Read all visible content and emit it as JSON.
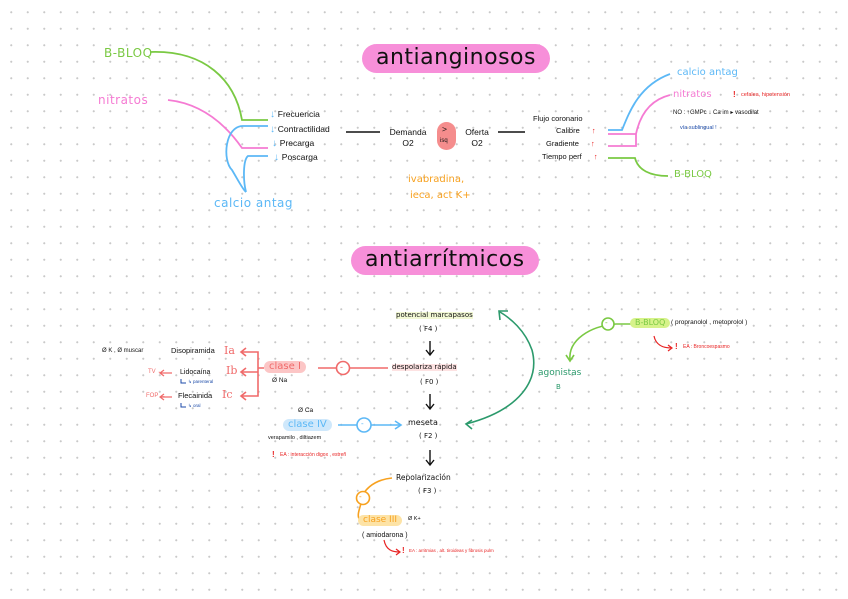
{
  "antianginosos": {
    "title": "antianginosos",
    "left_drugs": {
      "b_bloq": "B-BLOQ",
      "nitratos": "nitratos",
      "calcio_antag": "calcio antag"
    },
    "determinants": [
      {
        "arrow": "↓",
        "label": "Frecuencia"
      },
      {
        "arrow": "↓",
        "label": "Contractilidad"
      },
      {
        "arrow": "↓",
        "label": "Precarga"
      },
      {
        "arrow": "↓",
        "label": "Poscarga"
      }
    ],
    "demanda": "Demanda O2",
    "comparator_top": ">",
    "comparator_bottom": "isq",
    "oferta": "Oferta O2",
    "other_drugs_line1": "ivabradina,",
    "other_drugs_line2": "ieca, act K+",
    "flujo": {
      "title": "Flujo coronario",
      "items": [
        {
          "label": "Calibre",
          "arrow": "↑"
        },
        {
          "label": "Gradiente",
          "arrow": "↑"
        },
        {
          "label": "Tiempo perf",
          "arrow": "↑"
        }
      ]
    },
    "right_drugs": {
      "calcio_antag": "calcio antag",
      "nitratos": "nitratos",
      "nitratos_warning_icon": "!",
      "nitratos_warning": "cefalea, hipotensión",
      "no_line": "NO : ↑GMPc  ↓ Ca im  ▸ vasodilat",
      "sublingual": "vía sublingual !",
      "b_bloq": "B-BLOQ"
    }
  },
  "antiarritmicos": {
    "title": "antiarrítmicos",
    "phases": [
      {
        "name": "potencial marcapasos",
        "code": "( F4 )"
      },
      {
        "name": "despolariza rápida",
        "code": "( F0 )"
      },
      {
        "name": "meseta",
        "code": "( F2 )"
      },
      {
        "name": "Repolarización",
        "code": "( F3 )"
      }
    ],
    "clase_i": {
      "label": "clase I",
      "note": "Ø Na",
      "inhibit": "-",
      "subclasses": [
        {
          "code": "Ia",
          "drug": "Disopiramida",
          "effect": "Ø K , Ø muscar",
          "sub": ""
        },
        {
          "code": "Ib",
          "drug": "Lidocaína",
          "effect": "TV ←",
          "sub": "↳ parenteral"
        },
        {
          "code": "Ic",
          "drug": "Flecainida",
          "effect": "FOP ←",
          "sub": "↳ oral"
        }
      ]
    },
    "clase_iv": {
      "label": "clase IV",
      "note": "Ø Ca",
      "drugs": "verapamilo , diltiazem",
      "inhibit": "-",
      "warning_icon": "!",
      "warning": "EA : interacción digox , estreñ"
    },
    "clase_iii": {
      "label": "clase III",
      "note": "Ø K+",
      "drug": "( amiodarona )",
      "inhibit": "-",
      "warning_icon": "!",
      "warning": "EA : arritmias , alt. tiroideas y fibrosis pulm"
    },
    "b_bloq": {
      "label": "B-BLOQ",
      "drugs": "( propranolol , metoprolol )",
      "inhibit": "-",
      "warning_icon": "!",
      "warning": "EA : Broncoespasmo"
    },
    "agonistas": {
      "line1": "agonistas",
      "line2": "B"
    }
  },
  "colors": {
    "title_highlight": "#f78fd9",
    "b_bloq": "#7ac943",
    "nitratos": "#f57bd3",
    "calcio": "#5cb8f6",
    "warning": "#e82424",
    "orange": "#f7a11f",
    "teal": "#2c9a6c",
    "clase_i": "#f06a6a"
  }
}
